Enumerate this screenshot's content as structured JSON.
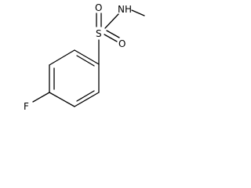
{
  "molecule": {
    "atoms": {
      "fluorine": "F",
      "sulfur": "S",
      "oxygen_top": "O",
      "oxygen_right": "O",
      "nitrogen": "NH"
    },
    "colors": {
      "bond": "#000000",
      "label": "#000000",
      "background": "#ffffff"
    }
  }
}
